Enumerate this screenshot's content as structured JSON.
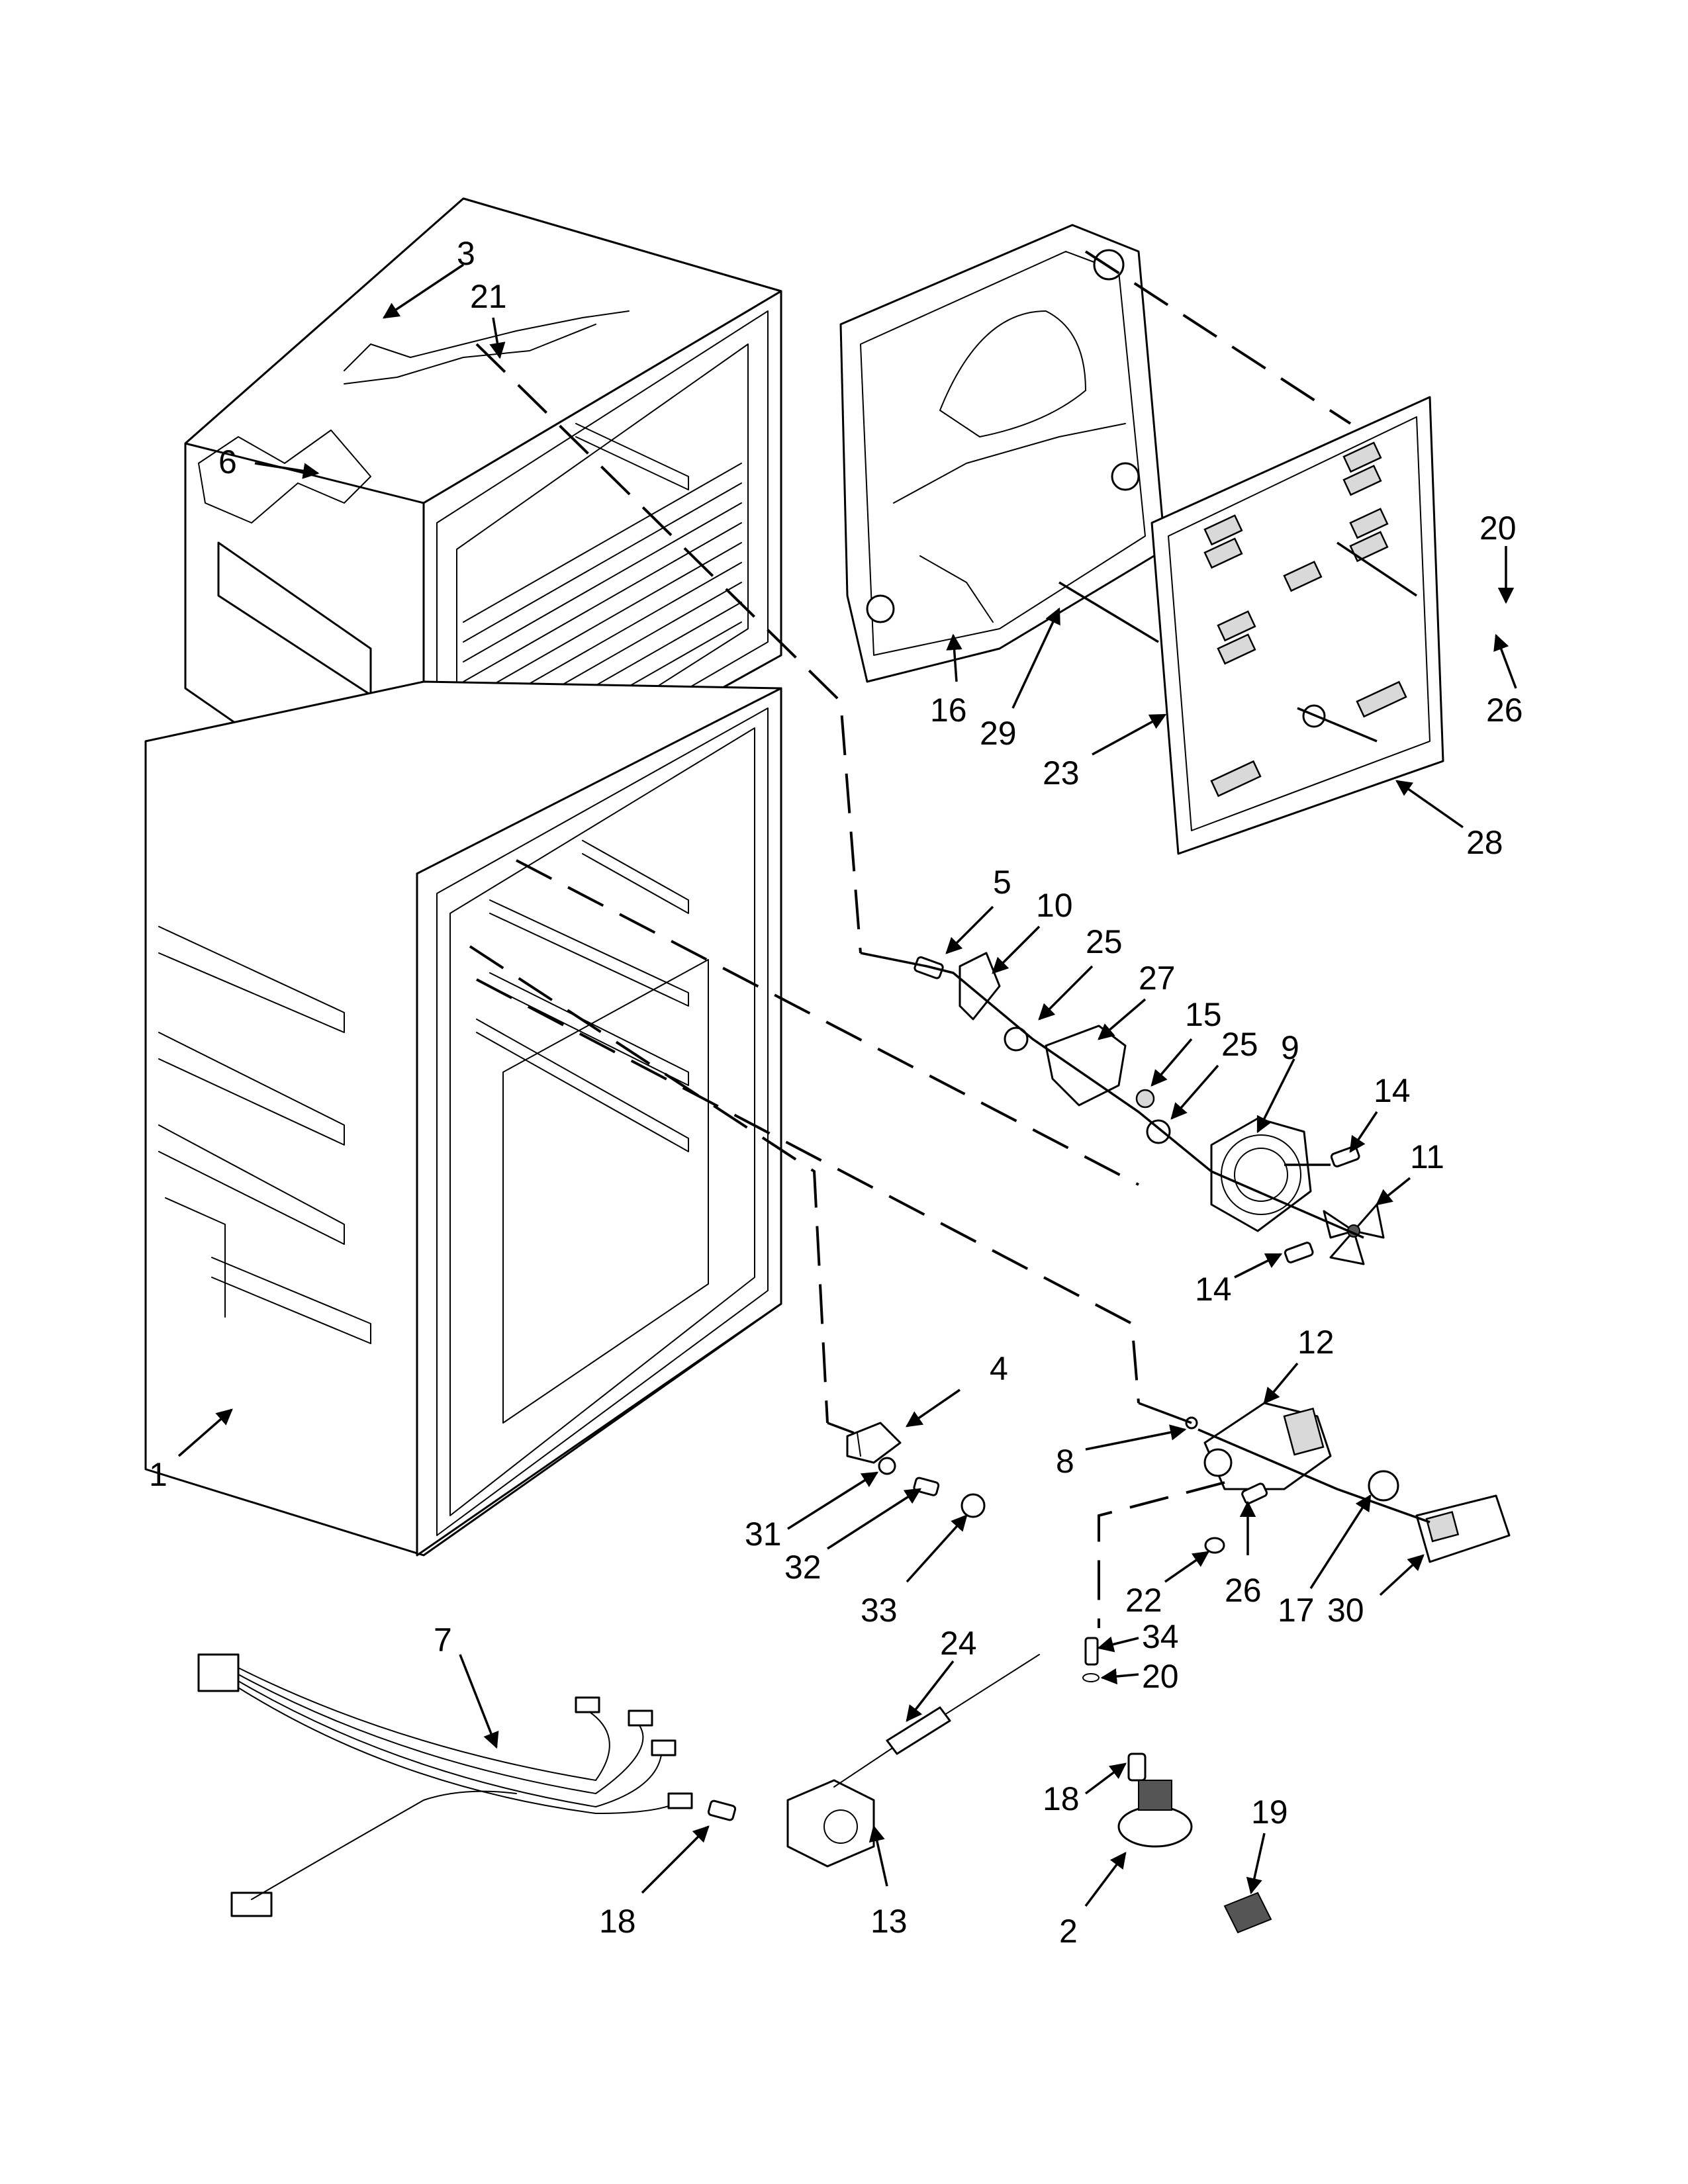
{
  "callouts": [
    {
      "id": "c3",
      "label": "3"
    },
    {
      "id": "c21",
      "label": "21"
    },
    {
      "id": "c6",
      "label": "6"
    },
    {
      "id": "c20a",
      "label": "20"
    },
    {
      "id": "c26a",
      "label": "26"
    },
    {
      "id": "c16",
      "label": "16"
    },
    {
      "id": "c29",
      "label": "29"
    },
    {
      "id": "c23",
      "label": "23"
    },
    {
      "id": "c28",
      "label": "28"
    },
    {
      "id": "c5",
      "label": "5"
    },
    {
      "id": "c10",
      "label": "10"
    },
    {
      "id": "c25a",
      "label": "25"
    },
    {
      "id": "c27",
      "label": "27"
    },
    {
      "id": "c15",
      "label": "15"
    },
    {
      "id": "c25b",
      "label": "25"
    },
    {
      "id": "c9",
      "label": "9"
    },
    {
      "id": "c14a",
      "label": "14"
    },
    {
      "id": "c11",
      "label": "11"
    },
    {
      "id": "c14b",
      "label": "14"
    },
    {
      "id": "c4",
      "label": "4"
    },
    {
      "id": "c12",
      "label": "12"
    },
    {
      "id": "c1",
      "label": "1"
    },
    {
      "id": "c8",
      "label": "8"
    },
    {
      "id": "c31",
      "label": "31"
    },
    {
      "id": "c32",
      "label": "32"
    },
    {
      "id": "c33",
      "label": "33"
    },
    {
      "id": "c22",
      "label": "22"
    },
    {
      "id": "c26b",
      "label": "26"
    },
    {
      "id": "c17",
      "label": "17"
    },
    {
      "id": "c30",
      "label": "30"
    },
    {
      "id": "c7",
      "label": "7"
    },
    {
      "id": "c24",
      "label": "24"
    },
    {
      "id": "c34",
      "label": "34"
    },
    {
      "id": "c20b",
      "label": "20"
    },
    {
      "id": "c18a",
      "label": "18"
    },
    {
      "id": "c19",
      "label": "19"
    },
    {
      "id": "c18b",
      "label": "18"
    },
    {
      "id": "c13",
      "label": "13"
    },
    {
      "id": "c2",
      "label": "2"
    }
  ]
}
